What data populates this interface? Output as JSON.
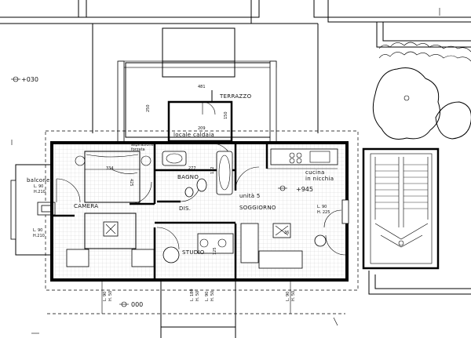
{
  "rooms": {
    "balcone": "balcone",
    "camera": "CAMERA",
    "bagno": "BAGNO",
    "dis": "DIS.",
    "studio": "STUDIO",
    "soggiorno": "SOGGIORNO",
    "cucina_1": "cucina",
    "cucina_2": "in nicchia",
    "terrazzo": "TERRAZZO",
    "locale_caldaia": "locale caldaia",
    "unita": "unità 5",
    "aspirazione_1": "aspirazione",
    "aspirazione_2": "forzata"
  },
  "levels": {
    "main": "+945",
    "top_left": "+030",
    "bottom": "000"
  },
  "dimensions": {
    "balcone_l": "L. 90",
    "balcone_h": "H.210",
    "camera_l": "L. 90",
    "camera_h": "H.210",
    "sogg_l": "L. 90",
    "sogg_h": "H. 225",
    "w334": "334",
    "w425": "425",
    "w277": "277",
    "w132": "132",
    "w481": "481",
    "w250": "250",
    "w209": "209",
    "w150": "150",
    "w125": "125",
    "w36": "36",
    "b1_l": "L. 90",
    "b1_h": "H. 50",
    "b2_l": "L. 180",
    "b2_h": "H. 50",
    "b3_l": "L. 90",
    "b3_h": "H. 50",
    "b4_l": "L. 90",
    "b4_h": "H. 50"
  }
}
